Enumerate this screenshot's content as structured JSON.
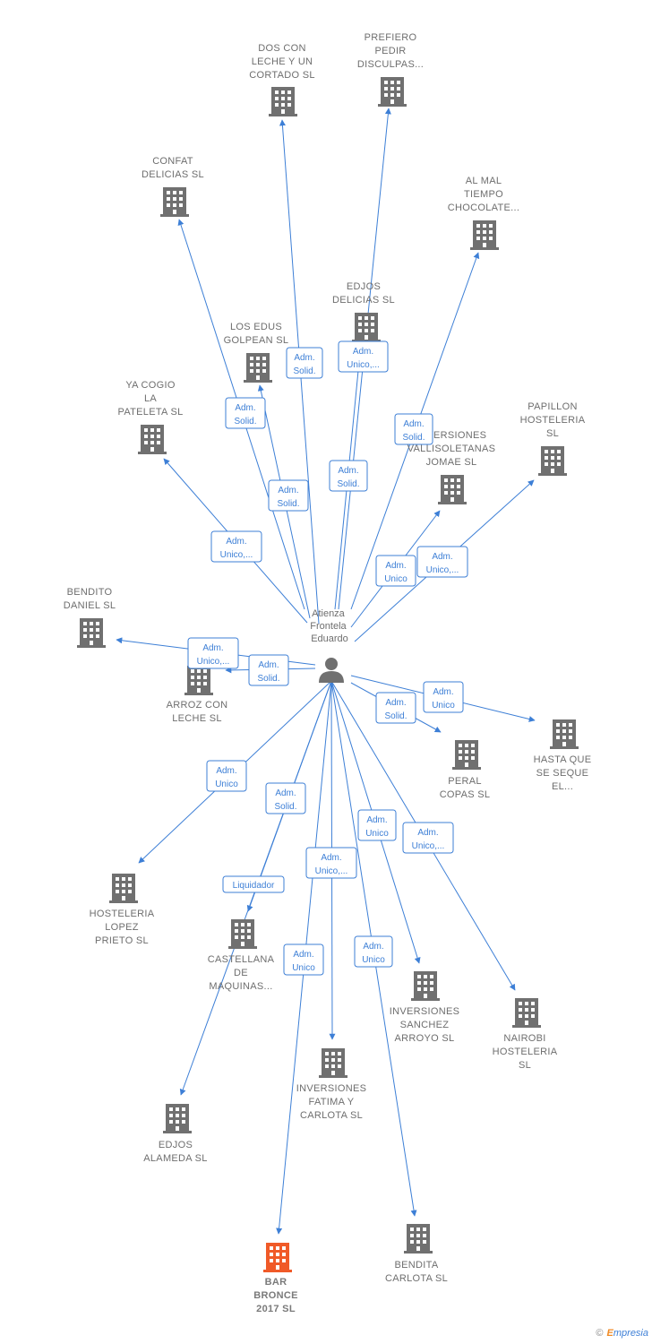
{
  "person": {
    "name_lines": [
      "Atienza",
      "Frontela",
      "Eduardo"
    ],
    "icon": "person-icon"
  },
  "colors": {
    "edge": "#3d7fd6",
    "building": "#707070",
    "highlight": "#f05a28"
  },
  "companies": [
    {
      "id": "dos-con-leche",
      "lines": [
        "DOS CON",
        "LECHE Y UN",
        "CORTADO  SL"
      ]
    },
    {
      "id": "prefiero-pedir",
      "lines": [
        "PREFIERO",
        "PEDIR",
        "DISCULPAS..."
      ]
    },
    {
      "id": "confat-delicias",
      "lines": [
        "CONFAT",
        "DELICIAS  SL"
      ]
    },
    {
      "id": "al-mal-tiempo",
      "lines": [
        "AL MAL",
        "TIEMPO",
        "CHOCOLATE..."
      ]
    },
    {
      "id": "edjos-delicias",
      "lines": [
        "EDJOS",
        "DELICIAS SL"
      ]
    },
    {
      "id": "los-edus-golpean",
      "lines": [
        "LOS EDUS",
        "GOLPEAN  SL"
      ]
    },
    {
      "id": "ya-cogio-la-pateleta",
      "lines": [
        "YA COGIO",
        "LA",
        "PATELETA  SL"
      ]
    },
    {
      "id": "inversiones-vallisoletanas",
      "lines": [
        "INVERSIONES",
        "VALLISOLETANAS",
        "JOMAE SL"
      ]
    },
    {
      "id": "papillon-hosteleria",
      "lines": [
        "PAPILLON",
        "HOSTELERIA",
        "SL"
      ]
    },
    {
      "id": "bendito-daniel",
      "lines": [
        "BENDITO",
        "DANIEL  SL"
      ]
    },
    {
      "id": "arroz-con-leche",
      "lines": [
        "ARROZ CON",
        "LECHE SL"
      ]
    },
    {
      "id": "peral-copas",
      "lines": [
        "PERAL",
        "COPAS SL"
      ]
    },
    {
      "id": "hasta-que-se-seque",
      "lines": [
        "HASTA QUE",
        "SE SEQUE",
        "EL..."
      ]
    },
    {
      "id": "hosteleria-lopez-prieto",
      "lines": [
        "HOSTELERIA",
        "LOPEZ",
        "PRIETO SL"
      ]
    },
    {
      "id": "castellana-de-maquinas",
      "lines": [
        "CASTELLANA",
        "DE",
        "MAQUINAS..."
      ]
    },
    {
      "id": "inversiones-sanchez-arroyo",
      "lines": [
        "INVERSIONES",
        "SANCHEZ",
        "ARROYO SL"
      ]
    },
    {
      "id": "nairobi-hosteleria",
      "lines": [
        "NAIROBI",
        "HOSTELERIA",
        "SL"
      ]
    },
    {
      "id": "inversiones-fatima-carlota",
      "lines": [
        "INVERSIONES",
        "FATIMA Y",
        "CARLOTA  SL"
      ]
    },
    {
      "id": "edjos-alameda",
      "lines": [
        "EDJOS",
        "ALAMEDA SL"
      ]
    },
    {
      "id": "bar-bronce-2017",
      "lines": [
        "BAR",
        "BRONCE",
        "2017  SL"
      ],
      "highlight": true
    },
    {
      "id": "bendita-carlota",
      "lines": [
        "BENDITA",
        "CARLOTA  SL"
      ]
    }
  ],
  "relations": [
    {
      "target": "dos-con-leche",
      "role": [
        "Adm.",
        "Solid."
      ]
    },
    {
      "target": "prefiero-pedir",
      "role": [
        "Adm.",
        "Unico,..."
      ]
    },
    {
      "target": "confat-delicias",
      "role": [
        "Adm.",
        "Solid."
      ]
    },
    {
      "target": "al-mal-tiempo",
      "role": [
        "Adm.",
        "Solid."
      ]
    },
    {
      "target": "edjos-delicias",
      "role": [
        "Adm.",
        "Solid."
      ]
    },
    {
      "target": "los-edus-golpean",
      "role": [
        "Adm.",
        "Solid."
      ]
    },
    {
      "target": "ya-cogio-la-pateleta",
      "role": [
        "Adm.",
        "Unico,..."
      ]
    },
    {
      "target": "inversiones-vallisoletanas",
      "role": [
        "Adm.",
        "Unico"
      ]
    },
    {
      "target": "papillon-hosteleria",
      "role": [
        "Adm.",
        "Unico,..."
      ]
    },
    {
      "target": "bendito-daniel",
      "role": [
        "Adm.",
        "Unico,..."
      ]
    },
    {
      "target": "arroz-con-leche",
      "role": [
        "Adm.",
        "Solid."
      ]
    },
    {
      "target": "peral-copas",
      "role": [
        "Adm.",
        "Solid."
      ]
    },
    {
      "target": "hasta-que-se-seque",
      "role": [
        "Adm.",
        "Unico"
      ]
    },
    {
      "target": "hosteleria-lopez-prieto",
      "role": [
        "Adm.",
        "Unico"
      ]
    },
    {
      "target": "castellana-de-maquinas",
      "role": [
        "Adm.",
        "Solid."
      ]
    },
    {
      "target": "edjos-alameda",
      "role": [
        "Liquidador"
      ]
    },
    {
      "target": "inversiones-fatima-carlota",
      "role": [
        "Adm.",
        "Unico,..."
      ]
    },
    {
      "target": "inversiones-sanchez-arroyo",
      "role": [
        "Adm.",
        "Unico"
      ]
    },
    {
      "target": "nairobi-hosteleria",
      "role": [
        "Adm.",
        "Unico,..."
      ]
    },
    {
      "target": "bar-bronce-2017",
      "role": [
        "Adm.",
        "Unico"
      ]
    },
    {
      "target": "bendita-carlota",
      "role": [
        "Adm.",
        "Unico"
      ]
    }
  ],
  "footer": {
    "copyright": "©",
    "brand_first": "E",
    "brand_rest": "mpresia"
  }
}
